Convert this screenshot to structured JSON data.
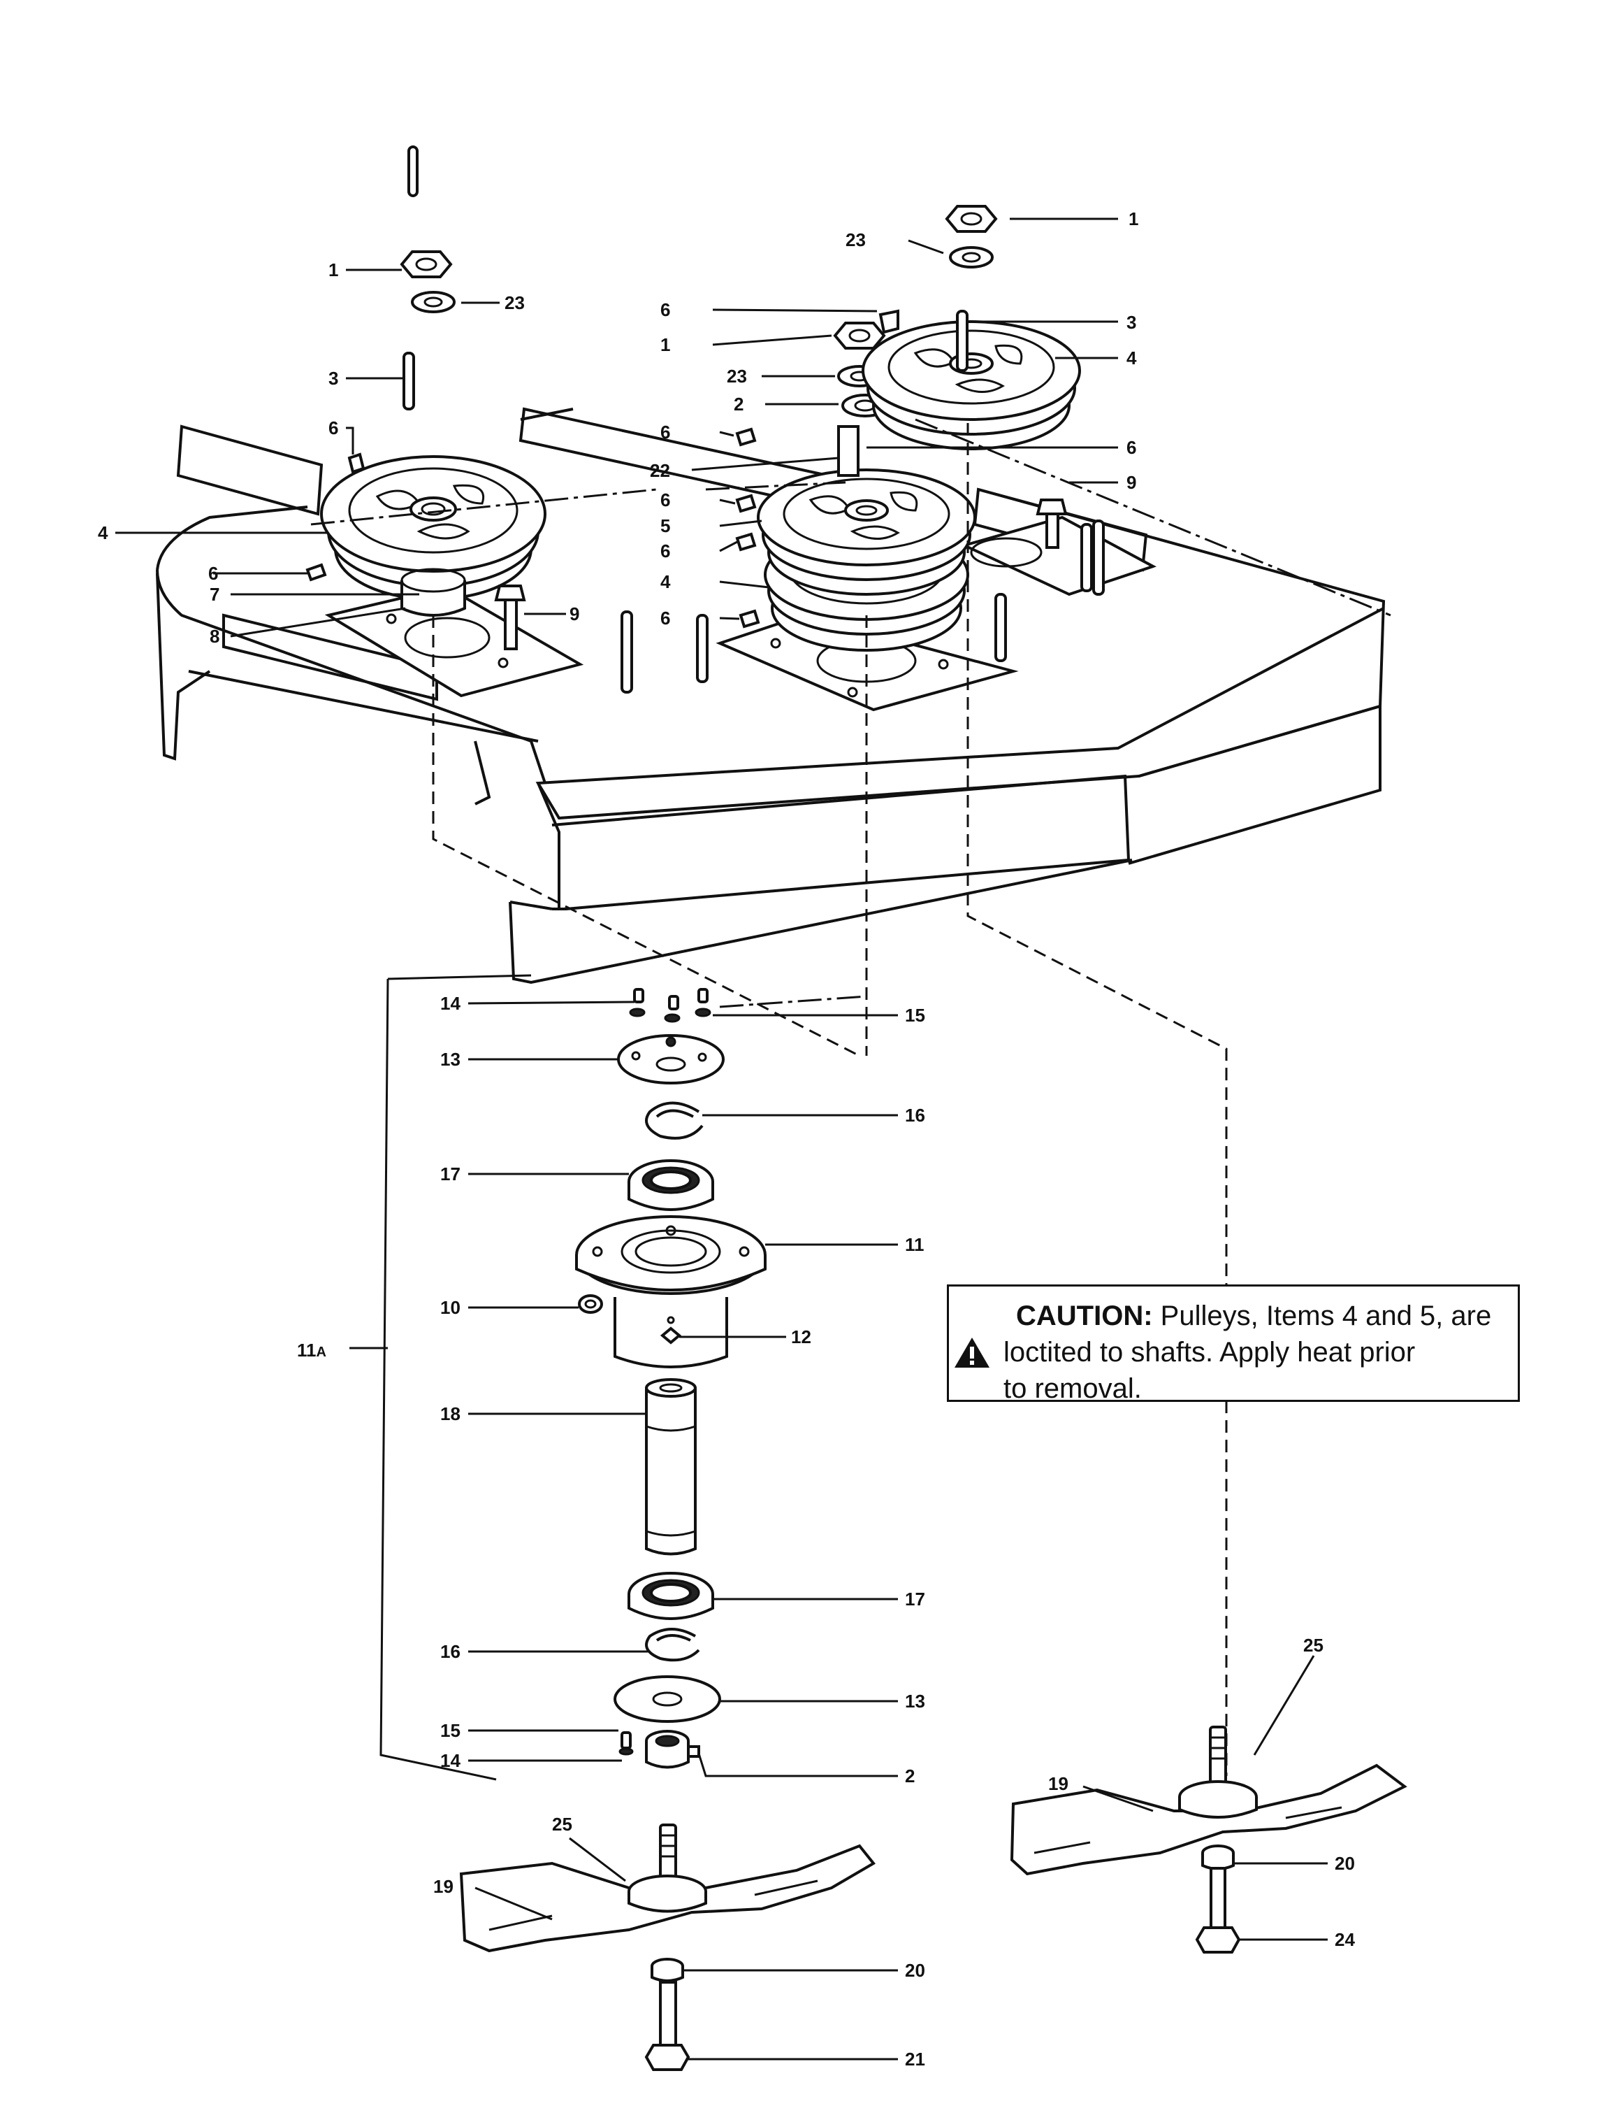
{
  "callouts": {
    "c1_right": "1",
    "c23_right": "23",
    "c6_top": "6",
    "c1_mid": "1",
    "c3_right": "3",
    "c23_mid": "23",
    "c4_right": "4",
    "c2_top": "2",
    "c6_mid1": "6",
    "c6_right": "6",
    "c22": "22",
    "c9_right": "9",
    "c6_mid2": "6",
    "c5": "5",
    "c6_mid3": "6",
    "c4_mid": "4",
    "c6_mid4": "6",
    "c1_left": "1",
    "c23_left": "23",
    "c3_left": "3",
    "c6_left": "6",
    "c4_left": "4",
    "c6_left2": "6",
    "c7": "7",
    "c8": "8",
    "c9_left": "9",
    "c14_top": "14",
    "c15_top": "15",
    "c13_top": "13",
    "c16_top": "16",
    "c17_top": "17",
    "c11": "11",
    "c10": "10",
    "c12": "12",
    "c11a_num": "11",
    "c11a_sub": "A",
    "c18": "18",
    "c17_bot": "17",
    "c16_bot": "16",
    "c13_bot": "13",
    "c15_bot": "15",
    "c14_bot": "14",
    "c2_bot": "2",
    "c25_left": "25",
    "c19_left": "19",
    "c20_left": "20",
    "c21": "21",
    "c25_right": "25",
    "c19_right": "19",
    "c20_right": "20",
    "c24": "24"
  },
  "caution": {
    "heading": "CAUTION:",
    "line1": " Pulleys, Items 4 and 5, are",
    "line2": "loctited to shafts. Apply heat prior",
    "line3": "to removal."
  }
}
